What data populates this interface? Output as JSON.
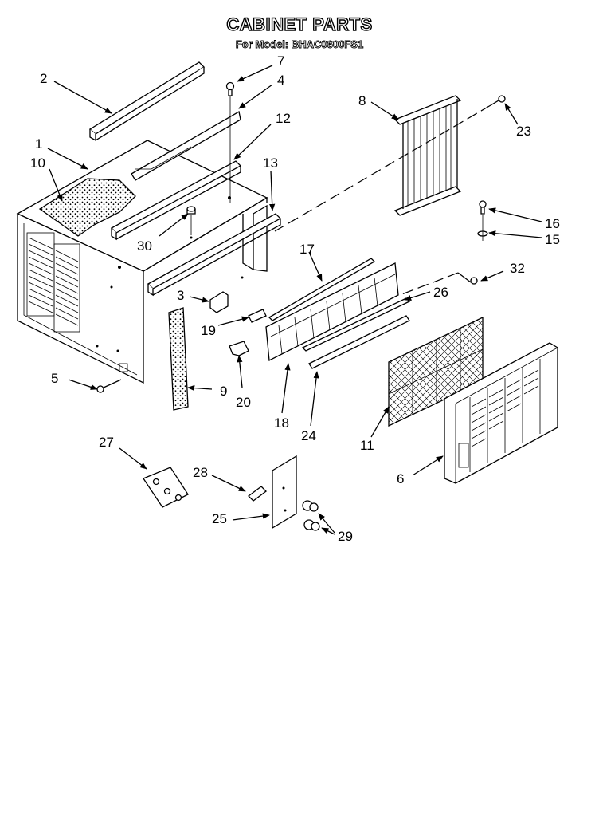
{
  "header": {
    "title": "CABINET PARTS",
    "model_line": "For Model: BHAC0600FS1"
  },
  "callouts": [
    "1",
    "2",
    "3",
    "4",
    "5",
    "6",
    "7",
    "8",
    "9",
    "10",
    "11",
    "12",
    "13",
    "15",
    "16",
    "17",
    "18",
    "19",
    "20",
    "23",
    "24",
    "25",
    "26",
    "27",
    "28",
    "29",
    "30",
    "32"
  ]
}
